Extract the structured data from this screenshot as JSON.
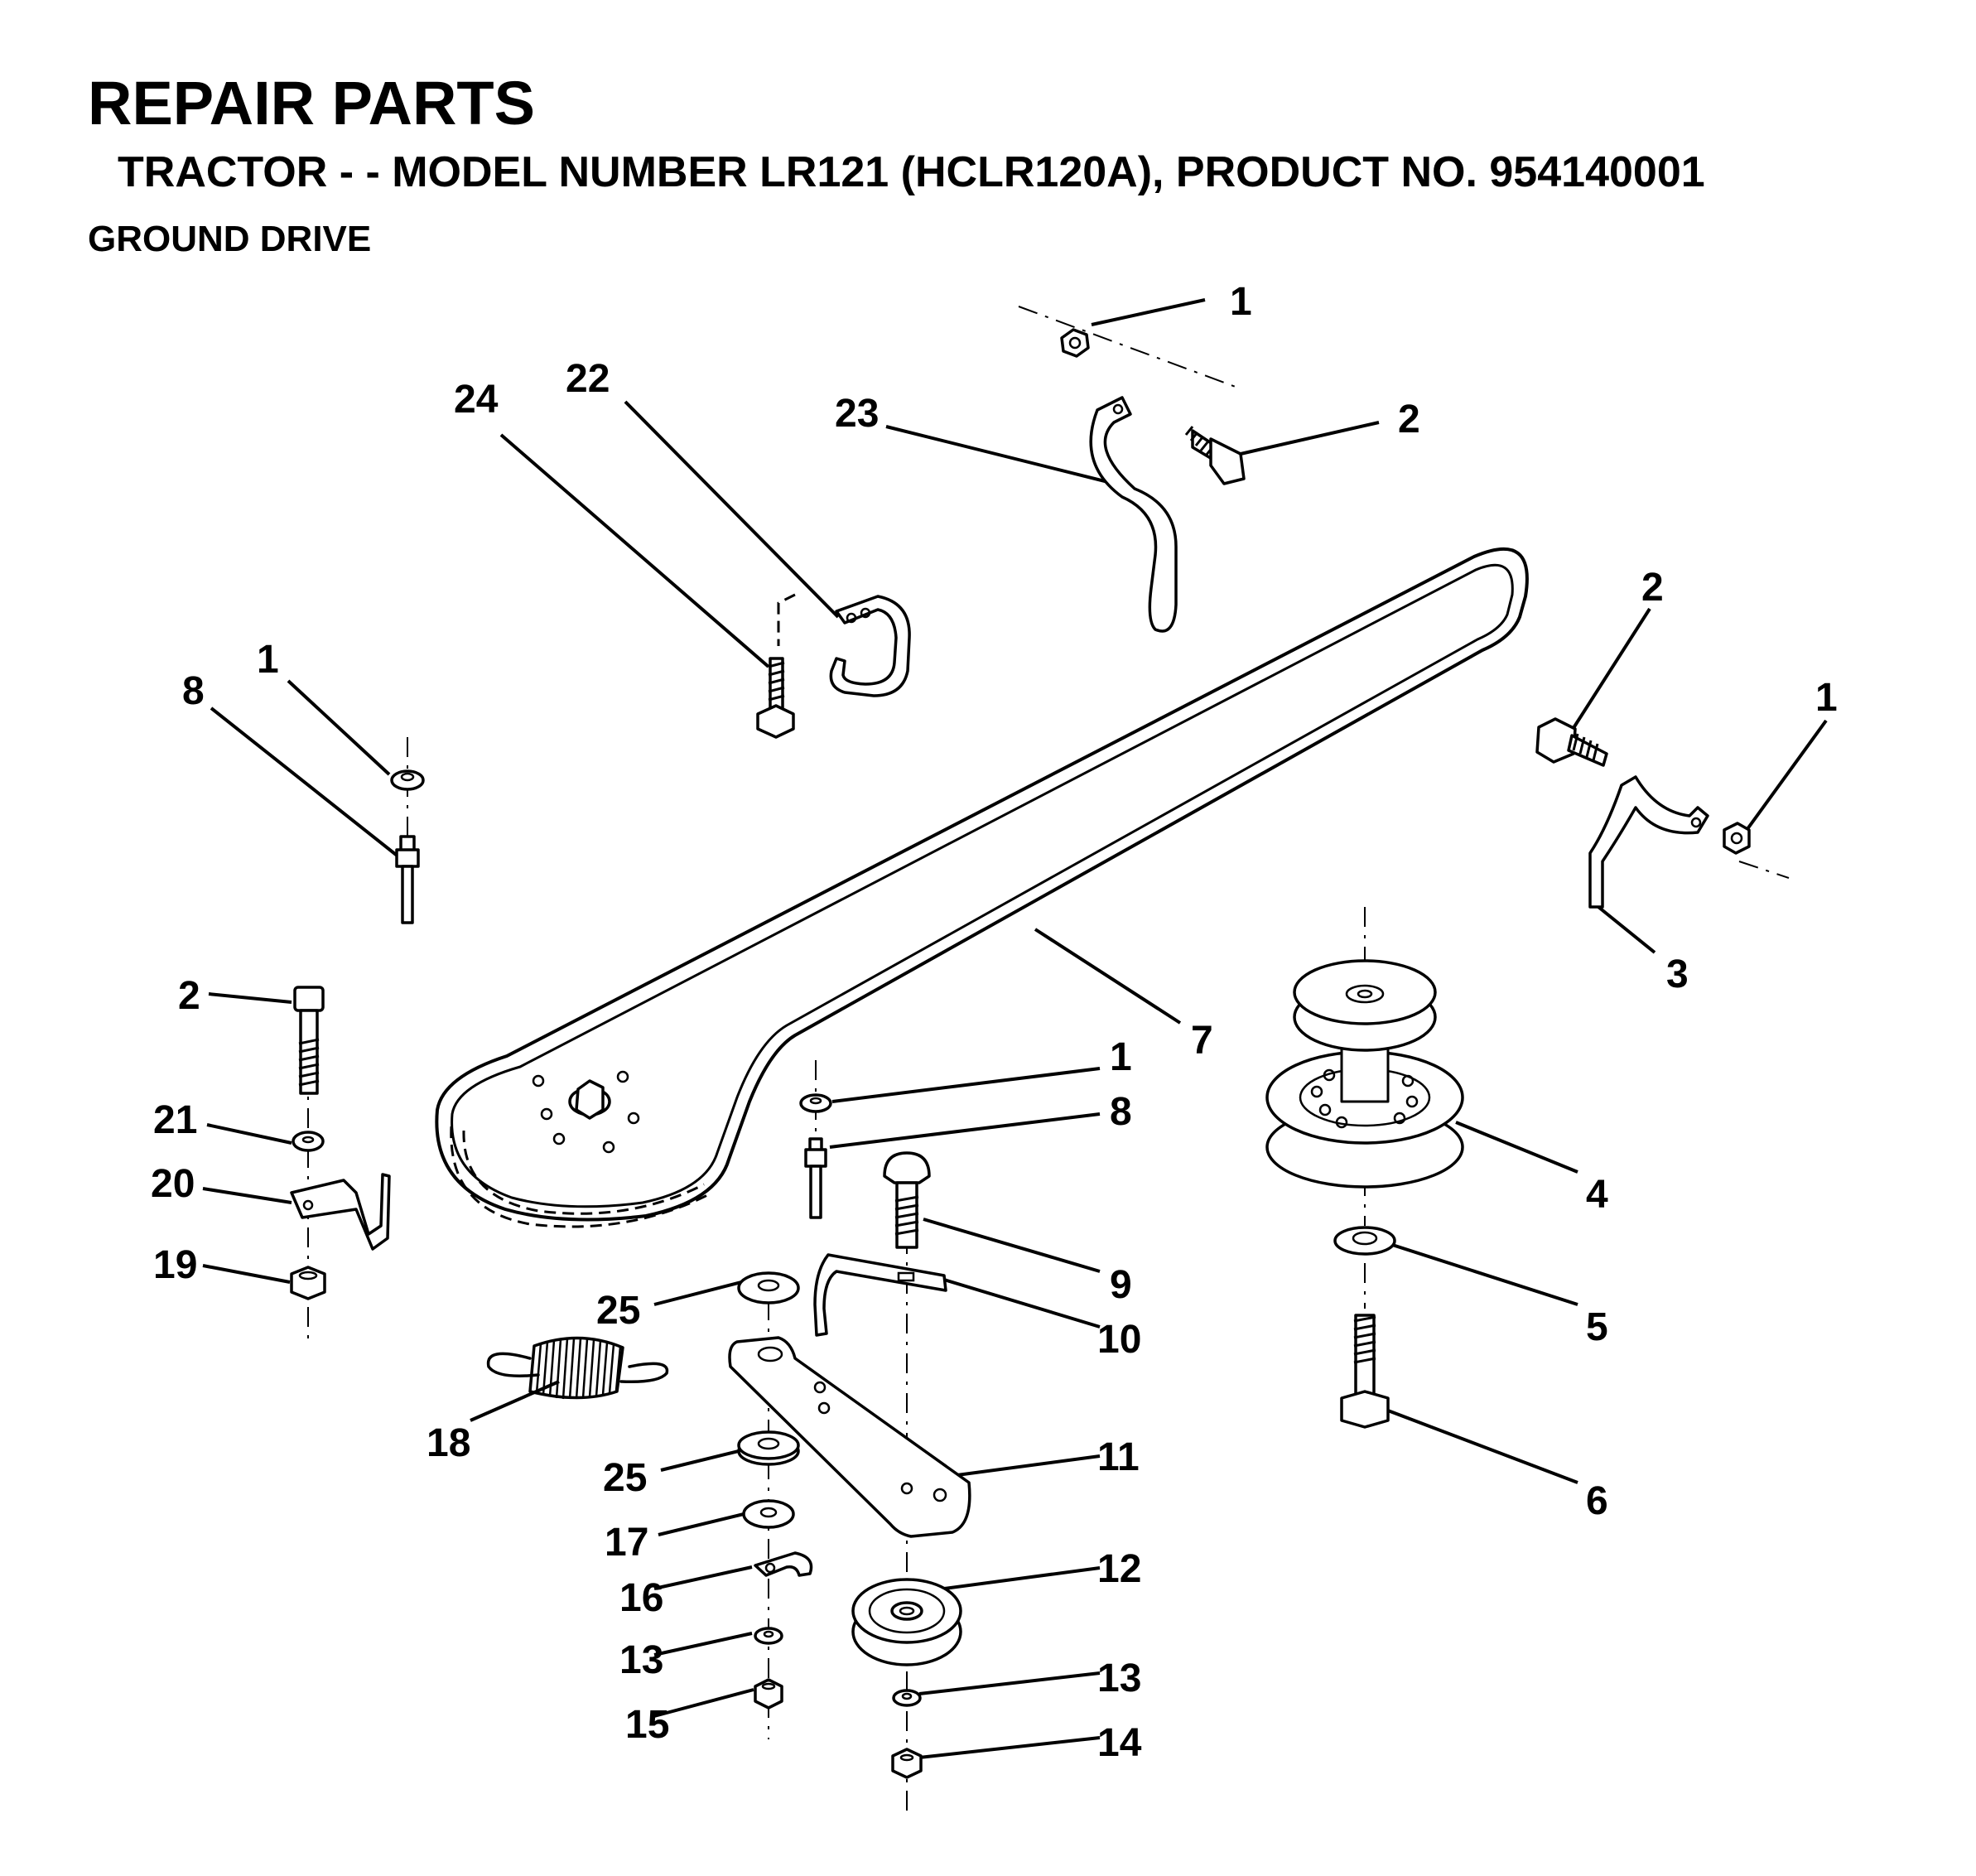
{
  "header": {
    "title": "REPAIR PARTS",
    "subtitle": "TRACTOR - - MODEL NUMBER LR121 (HCLR120A), PRODUCT NO. 954140001",
    "section": "GROUND DRIVE"
  },
  "callouts": {
    "c1_top": "1",
    "c2_top": "2",
    "c23": "23",
    "c22": "22",
    "c24": "24",
    "c1_left": "1",
    "c8_left": "8",
    "c2_right": "2",
    "c1_right": "1",
    "c3": "3",
    "c7": "7",
    "c4": "4",
    "c5": "5",
    "c6": "6",
    "c2_left": "2",
    "c21": "21",
    "c20": "20",
    "c19": "19",
    "c1_mid": "1",
    "c8_mid": "8",
    "c9": "9",
    "c10": "10",
    "c25_top": "25",
    "c18": "18",
    "c11": "11",
    "c25_bot": "25",
    "c17": "17",
    "c16": "16",
    "c12": "12",
    "c13_left": "13",
    "c15": "15",
    "c13_right": "13",
    "c14": "14"
  }
}
